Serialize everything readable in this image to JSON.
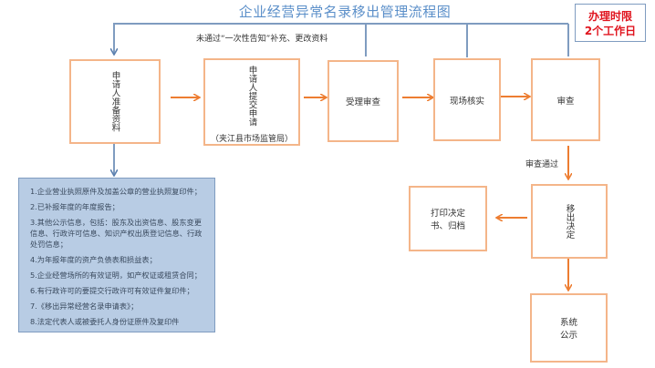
{
  "title": "企业经营异常名录移出管理流程图",
  "deadline": {
    "line1": "办理时限",
    "line2": "2个工作日"
  },
  "feedback_label": "未通过“一次性告知”补充、更改资料",
  "steps": [
    {
      "id": "prepare",
      "label": "申请人准备资料"
    },
    {
      "id": "submit",
      "label": "申请人提交申请",
      "sub": "（夹江县市场监管局）"
    },
    {
      "id": "accept",
      "label": "受理审查"
    },
    {
      "id": "verify",
      "label": "现场核实"
    },
    {
      "id": "review",
      "label": "审查"
    },
    {
      "id": "decide",
      "label": "移出决定"
    },
    {
      "id": "print",
      "label_line1": "打印决定",
      "label_line2": "书、归档"
    },
    {
      "id": "publish",
      "label_line1": "系统",
      "label_line2": "公示"
    }
  ],
  "review_pass_label": "审查通过",
  "requirements": [
    "1.企业营业执照原件及加盖公章的营业执照复印件；",
    "2.已补报年度的年度报告；",
    "3.其他公示信息，包括：股东及出资信息、股东变更信息、行政许可信息、知识产权出质登记信息、行政处罚信息；",
    "4.为年报年度的资产负债表和损益表；",
    "5.企业经营场所的有效证明，如产权证或租赁合同；",
    "6.有行政许可的要提交行政许可有效证件复印件；",
    "7.《移出异常经营名录申请表》；",
    "8.法定代表人或被委托人身份证原件及复印件"
  ],
  "colors": {
    "flow_arrow": "#ed7d31",
    "feedback_line": "#7f9cc0",
    "box_border": "#f4b589",
    "title": "#5b8fc9",
    "deadline_text": "#e0141e",
    "requirements_bg": "#b8cce4"
  }
}
